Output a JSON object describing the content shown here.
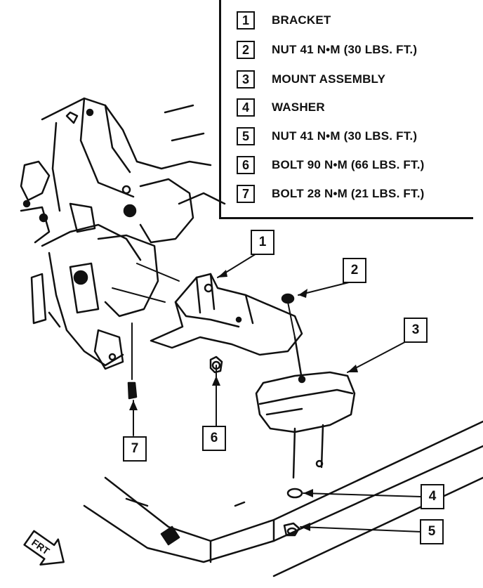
{
  "legend": {
    "items": [
      {
        "num": "1",
        "text": "BRACKET"
      },
      {
        "num": "2",
        "text": "NUT 41 N•M (30 LBS. FT.)"
      },
      {
        "num": "3",
        "text": "MOUNT ASSEMBLY"
      },
      {
        "num": "4",
        "text": "WASHER"
      },
      {
        "num": "5",
        "text": "NUT 41 N•M (30 LBS. FT.)"
      },
      {
        "num": "6",
        "text": "BOLT 90 N•M (66 LBS. FT.)"
      },
      {
        "num": "7",
        "text": "BOLT 28 N•M (21 LBS. FT.)"
      }
    ]
  },
  "callouts": {
    "c1": "1",
    "c2": "2",
    "c3": "3",
    "c4": "4",
    "c5": "5",
    "c6": "6",
    "c7": "7"
  },
  "front_arrow_label": "FRT"
}
